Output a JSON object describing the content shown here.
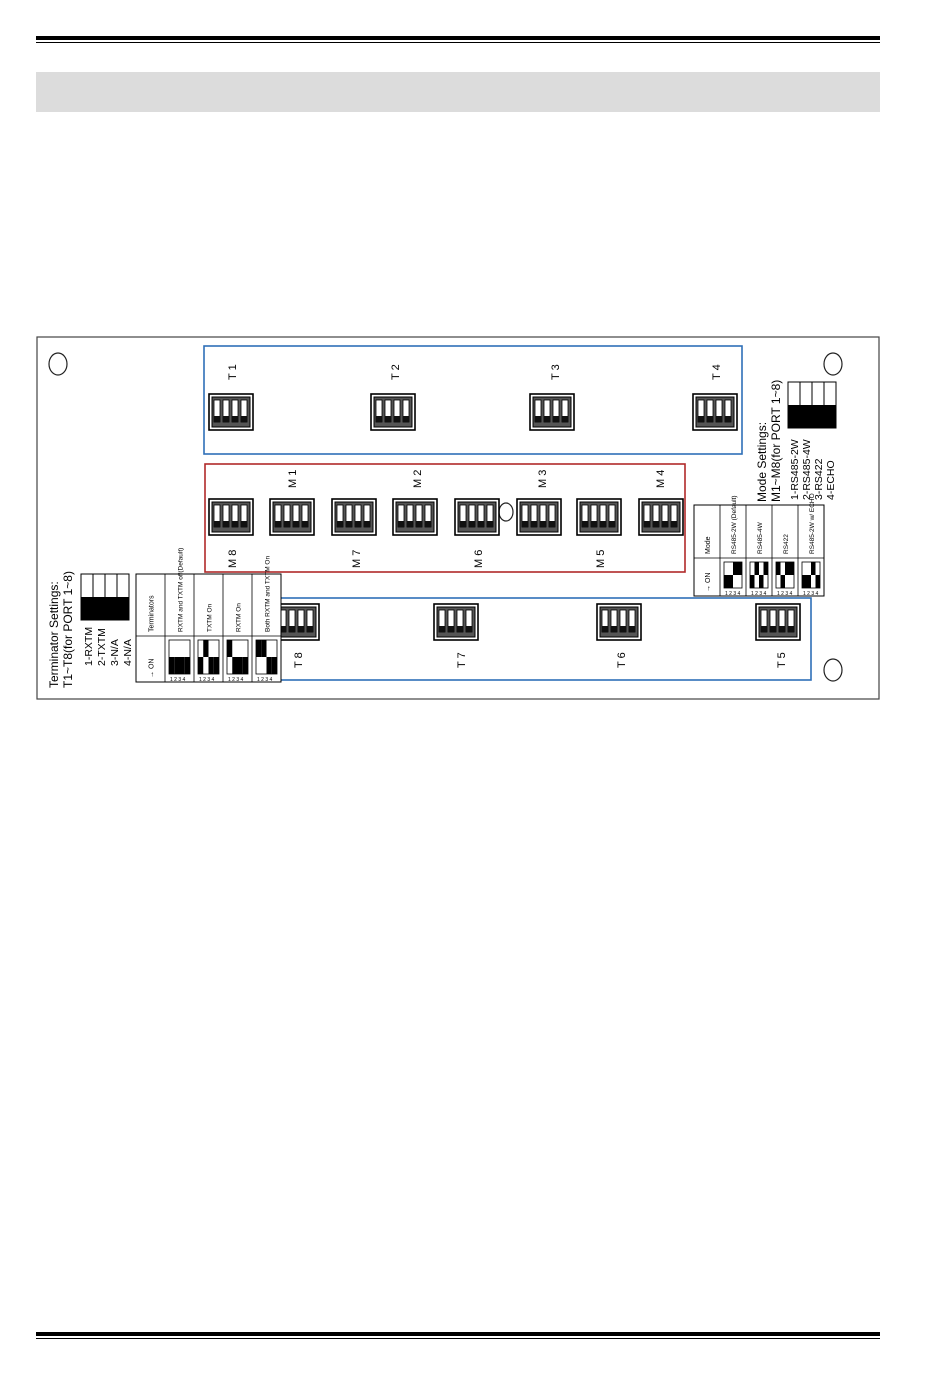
{
  "terminator": {
    "switches": [
      "T 1",
      "T 2",
      "T 3",
      "T 4",
      "T 5",
      "T 6",
      "T 7",
      "T 8"
    ],
    "title_line1": "Terminator Settings:",
    "title_line2": "T1~T8(for PORT 1~8)",
    "legend": [
      "1-RXTM",
      "2-TXTM",
      "3-N/A",
      "4-N/A"
    ],
    "table": {
      "header": "Terminators",
      "on_label": "ON",
      "columns": [
        {
          "label": "RXTM and TXTM off(Default)",
          "pattern": [
            1,
            1,
            1,
            1
          ]
        },
        {
          "label": "TXTM On",
          "pattern": [
            1,
            0,
            1,
            1
          ]
        },
        {
          "label": "RXTM On",
          "pattern": [
            0,
            1,
            1,
            1
          ]
        },
        {
          "label": "Both RXTM and TXTM On",
          "pattern": [
            0,
            0,
            1,
            1
          ]
        }
      ]
    }
  },
  "mode": {
    "switches": [
      "M 1",
      "M 2",
      "M 3",
      "M 4",
      "M 5",
      "M 6",
      "M 7",
      "M 8"
    ],
    "title_line1": "Mode Settings:",
    "title_line2": "M1~M8(for PORT 1~8)",
    "legend": [
      "1-RS485-2W",
      "2-RS485-4W",
      "3-RS422",
      "4-ECHO"
    ],
    "table": {
      "header": "Mode",
      "on_label": "ON",
      "columns": [
        {
          "label": "RS485-2W (Default)",
          "pattern": [
            1,
            1,
            0,
            0
          ]
        },
        {
          "label": "RS485-4W",
          "pattern": [
            1,
            0,
            1,
            0
          ]
        },
        {
          "label": "RS422",
          "pattern": [
            0,
            1,
            0,
            0
          ]
        },
        {
          "label": "RS485-2W w/ ECHO",
          "pattern": [
            1,
            1,
            0,
            1
          ]
        }
      ]
    }
  },
  "colors": {
    "terminator_frame": "#2f6fb8",
    "mode_frame": "#b02a2a",
    "outline": "#444444"
  }
}
